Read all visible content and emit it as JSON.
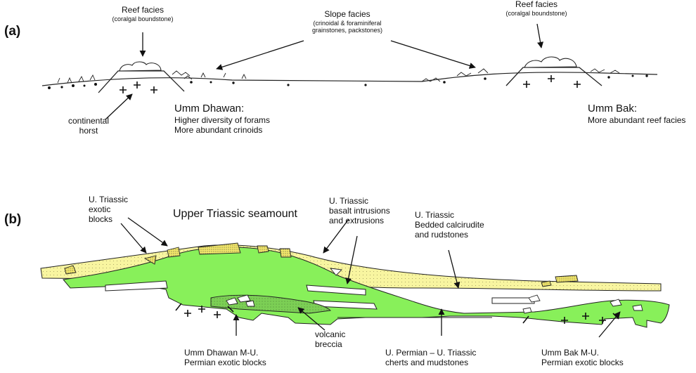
{
  "panel_a": {
    "tag": "(a)",
    "reef_left": {
      "title": "Reef facies",
      "sub": "(coralgal boundstone)"
    },
    "slope": {
      "title": "Slope facies",
      "sub1": "(crinoidal & foraminiferal",
      "sub2": "grainstones, packstones)"
    },
    "reef_right": {
      "title": "Reef facies",
      "sub": "(coralgal boundstone)"
    },
    "horst": {
      "line1": "continental",
      "line2": "horst"
    },
    "dhawan": {
      "title": "Umm Dhawan:",
      "line1": "Higher diversity of forams",
      "line2": "More abundant crinoids"
    },
    "bak": {
      "title": "Umm Bak:",
      "line1": "More abundant reef facies"
    }
  },
  "panel_b": {
    "tag": "(b)",
    "exotic": {
      "line1": "U. Triassic",
      "line2": "exotic",
      "line3": "blocks"
    },
    "seamount": "Upper Triassic seamount",
    "basalt": {
      "line1": "U. Triassic",
      "line2": "basalt  intrusions",
      "line3": "and extrusions"
    },
    "calcirudite": {
      "line1": "U. Triassic",
      "line2": "Bedded calcirudite",
      "line3": "and rudstones"
    },
    "dhawan_blocks": {
      "line1": "Umm Dhawan M-U.",
      "line2": "Permian exotic blocks"
    },
    "breccia": {
      "line1": "volcanic",
      "line2": "breccia"
    },
    "cherts": {
      "line1": "U. Permian – U. Triassic",
      "line2": "cherts and mudstones"
    },
    "bak_blocks": {
      "line1": "Umm Bak M-U.",
      "line2": "Permian exotic blocks"
    }
  },
  "colors": {
    "basalt_green": "#88f05a",
    "calcirudite_yellow": "#f8f5a0",
    "outline": "#222222"
  }
}
